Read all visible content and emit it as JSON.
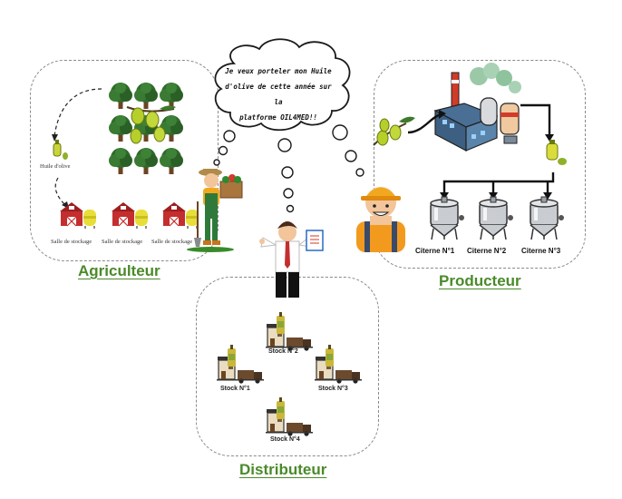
{
  "speech_bubble": {
    "line1": "Je veux porteler mon Huile",
    "line2": "d'olive de cette année sur la",
    "line3": "platforme OIL4MED!!"
  },
  "agriculteur": {
    "title": "Agriculteur",
    "oil_label": "Huile d'olive",
    "storage": [
      "Salle de stockage",
      "Salle de stockage",
      "Salle de stockage"
    ]
  },
  "producteur": {
    "title": "Producteur",
    "tanks": [
      "Citerne N°1",
      "Citerne N°2",
      "Citerne N°3"
    ]
  },
  "distributeur": {
    "title": "Distributeur",
    "stocks": [
      "Stock N°2",
      "Stock N°1",
      "Stock N°3",
      "Stock N°4"
    ]
  },
  "colors": {
    "role_title": "#4a8a2a",
    "olive": "#b6cf2a",
    "barn_red": "#c42e2e",
    "tank_yellow": "#e8de3a",
    "panel_border": "#8a8a8a"
  }
}
